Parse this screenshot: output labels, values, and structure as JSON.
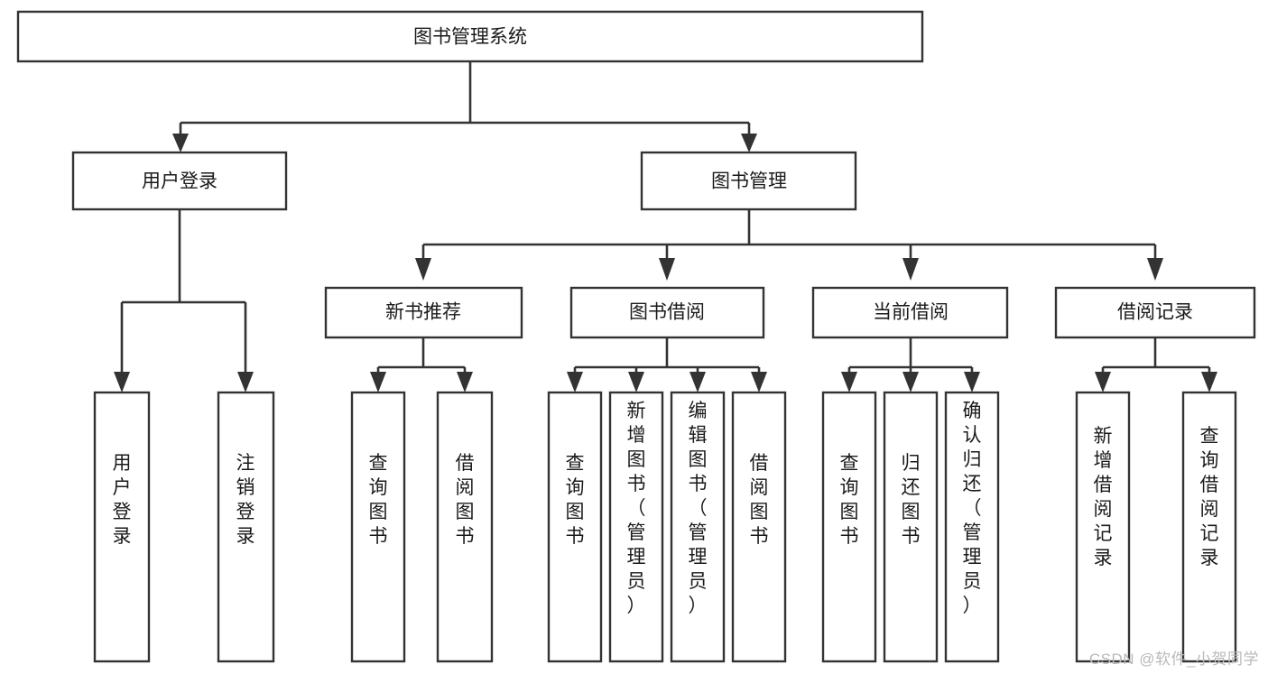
{
  "diagram": {
    "title": "图书管理系统",
    "type": "hierarchy-tree",
    "watermark": "CSDN @软件_小贺同学",
    "levels": {
      "root": {
        "label": "图书管理系统"
      },
      "level2": [
        {
          "label": "用户登录"
        },
        {
          "label": "图书管理"
        }
      ],
      "level3": [
        {
          "label": "新书推荐"
        },
        {
          "label": "图书借阅"
        },
        {
          "label": "当前借阅"
        },
        {
          "label": "借阅记录"
        }
      ],
      "leaves": [
        {
          "label": "用户登录",
          "parent": "用户登录"
        },
        {
          "label": "注销登录",
          "parent": "用户登录"
        },
        {
          "label": "查询图书",
          "parent": "新书推荐"
        },
        {
          "label": "借阅图书",
          "parent": "新书推荐"
        },
        {
          "label": "查询图书",
          "parent": "图书借阅"
        },
        {
          "label": "新增图书（管理员）",
          "parent": "图书借阅"
        },
        {
          "label": "编辑图书（管理员）",
          "parent": "图书借阅"
        },
        {
          "label": "借阅图书",
          "parent": "图书借阅"
        },
        {
          "label": "查询图书",
          "parent": "当前借阅"
        },
        {
          "label": "归还图书",
          "parent": "当前借阅"
        },
        {
          "label": "确认归还（管理员）",
          "parent": "当前借阅"
        },
        {
          "label": "新增借阅记录",
          "parent": "借阅记录"
        },
        {
          "label": "查询借阅记录",
          "parent": "借阅记录"
        }
      ]
    },
    "colors": {
      "box_stroke": "#333333",
      "box_fill": "#ffffff",
      "connector": "#333333",
      "text": "#1a1a1a",
      "watermark": "#b9b9b9",
      "background": "#ffffff"
    }
  }
}
